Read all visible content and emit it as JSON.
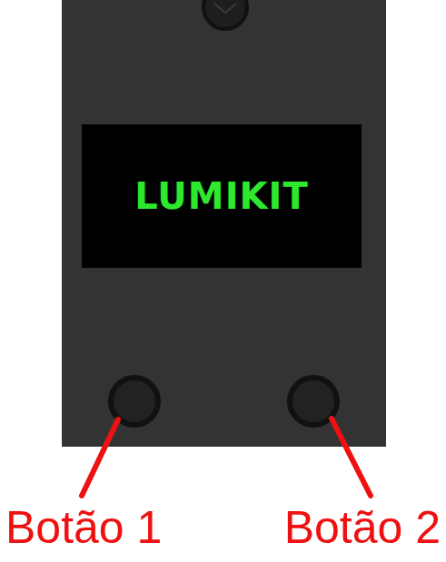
{
  "diagram": {
    "nodes": [
      {
        "text": [
          "LUMIKIT"
        ]
      }
    ],
    "labels": [
      "Botão 1",
      "Botão 2"
    ]
  }
}
